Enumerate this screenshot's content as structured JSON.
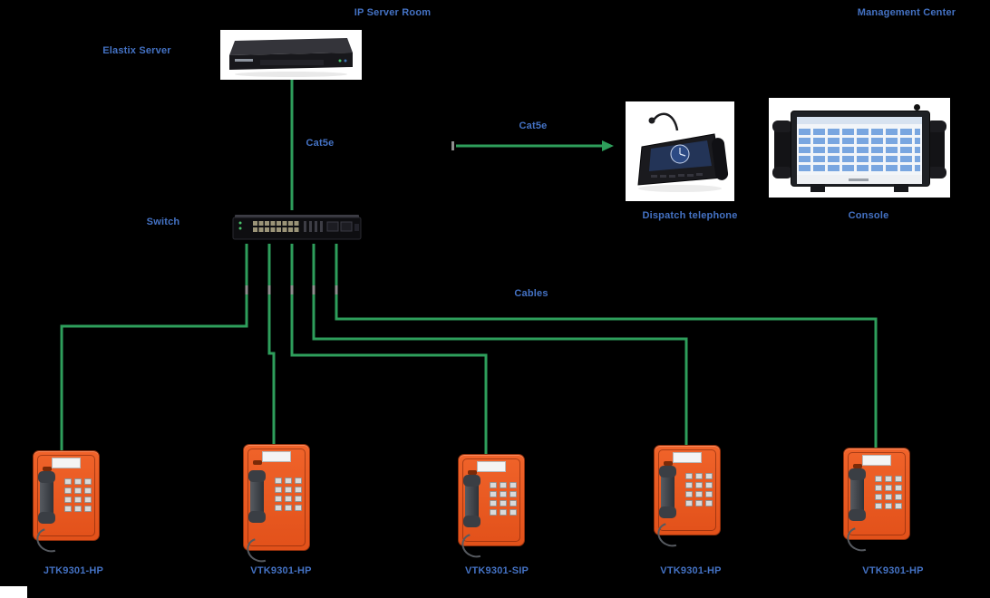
{
  "labels": {
    "server_room": "IP Server Room",
    "management_center": "Management Center",
    "server": "Elastix Server",
    "switch": "Switch",
    "cable_server_switch": "Cat5e",
    "cable_dispatch": "Cat5e",
    "cables_phones": "Cables",
    "dispatch_phone": "Dispatch telephone",
    "console": "Console"
  },
  "phones": [
    {
      "label": "JTK9301-HP"
    },
    {
      "label": "VTK9301-HP"
    },
    {
      "label": "VTK9301-SIP"
    },
    {
      "label": "VTK9301-HP"
    },
    {
      "label": "VTK9301-HP"
    }
  ],
  "icons": {
    "rack_server": "rack-server-image",
    "network_switch": "network-switch-image",
    "dispatch_telephone": "dispatch-telephone-image",
    "dispatch_console": "dispatch-console-image",
    "weatherproof_telephone": "weatherproof-telephone-image"
  },
  "colors": {
    "background": "#000000",
    "cable_green": "#2e9e5b",
    "label_blue": "#4472c4",
    "phone_orange": "#e7571e",
    "marker_gray": "#8f8f8f"
  }
}
